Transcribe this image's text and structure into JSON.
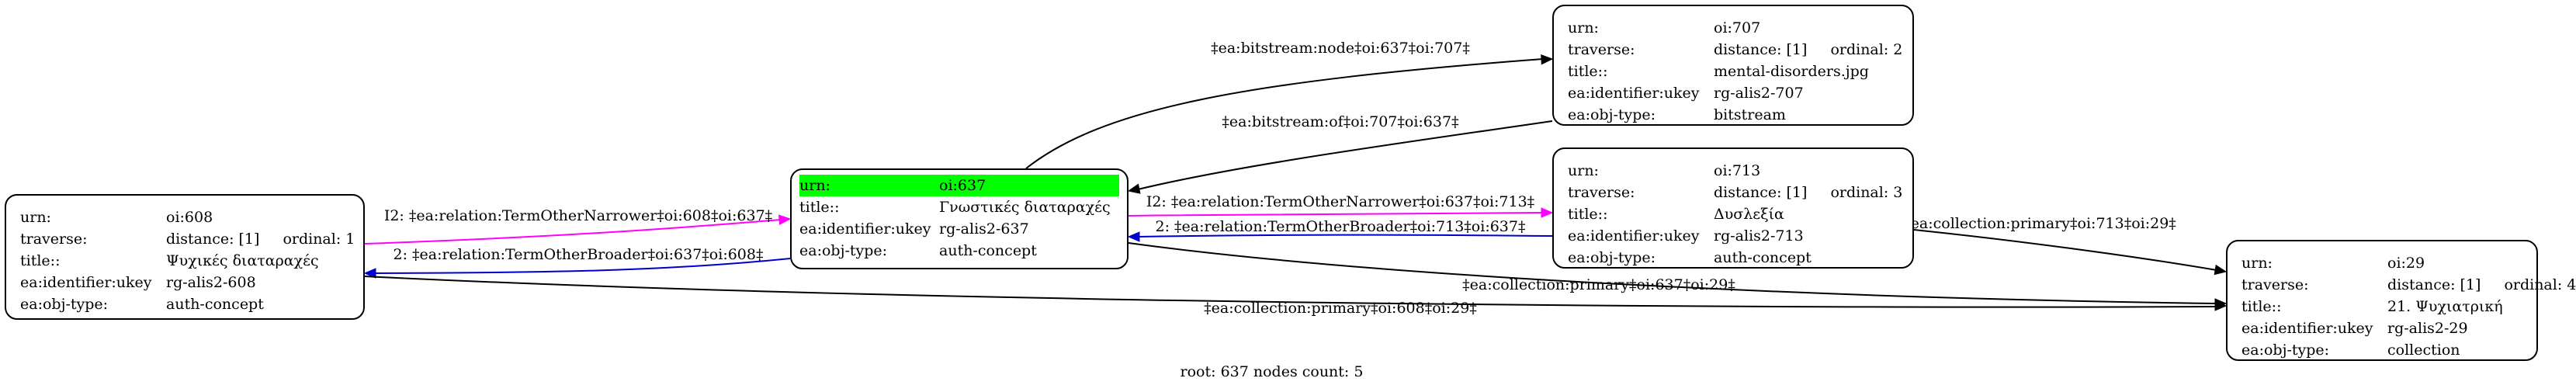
{
  "nodes": [
    {
      "id": "oi:608",
      "rows": [
        {
          "key": "urn:",
          "value": "oi:608"
        },
        {
          "key": "traverse:",
          "value": "distance: [1]",
          "extra": "ordinal: 1"
        },
        {
          "key": "title::",
          "value": "Ψυχικές διαταραχές"
        },
        {
          "key": "ea:identifier:ukey",
          "value": "rg-alis2-608"
        },
        {
          "key": "ea:obj-type:",
          "value": "auth-concept"
        }
      ]
    },
    {
      "id": "oi:637",
      "root": true,
      "rows": [
        {
          "key": "urn:",
          "value": "oi:637"
        },
        {
          "key": "title::",
          "value": "Γνωστικές διαταραχές"
        },
        {
          "key": "ea:identifier:ukey",
          "value": "rg-alis2-637"
        },
        {
          "key": "ea:obj-type:",
          "value": "auth-concept"
        }
      ]
    },
    {
      "id": "oi:707",
      "rows": [
        {
          "key": "urn:",
          "value": "oi:707"
        },
        {
          "key": "traverse:",
          "value": "distance: [1]",
          "extra": "ordinal: 2"
        },
        {
          "key": "title::",
          "value": "mental-disorders.jpg"
        },
        {
          "key": "ea:identifier:ukey",
          "value": "rg-alis2-707"
        },
        {
          "key": "ea:obj-type:",
          "value": "bitstream"
        }
      ]
    },
    {
      "id": "oi:713",
      "rows": [
        {
          "key": "urn:",
          "value": "oi:713"
        },
        {
          "key": "traverse:",
          "value": "distance: [1]",
          "extra": "ordinal: 3"
        },
        {
          "key": "title::",
          "value": "Δυσλεξία"
        },
        {
          "key": "ea:identifier:ukey",
          "value": "rg-alis2-713"
        },
        {
          "key": "ea:obj-type:",
          "value": "auth-concept"
        }
      ]
    },
    {
      "id": "oi:29",
      "rows": [
        {
          "key": "urn:",
          "value": "oi:29"
        },
        {
          "key": "traverse:",
          "value": "distance: [1]",
          "extra": "ordinal: 4"
        },
        {
          "key": "title::",
          "value": "21. Ψυχιατρική"
        },
        {
          "key": "ea:identifier:ukey",
          "value": "rg-alis2-29"
        },
        {
          "key": "ea:obj-type:",
          "value": "collection"
        }
      ]
    }
  ],
  "edges": [
    {
      "from": "oi:608",
      "to": "oi:637",
      "label": "I2: ‡ea:relation:TermOtherNarrower‡oi:608‡oi:637‡",
      "color": "#ff00ff"
    },
    {
      "from": "oi:637",
      "to": "oi:608",
      "label": "2: ‡ea:relation:TermOtherBroader‡oi:637‡oi:608‡",
      "color": "#0000cd"
    },
    {
      "from": "oi:608",
      "to": "oi:29",
      "label": "‡ea:collection:primary‡oi:608‡oi:29‡",
      "color": "#000000"
    },
    {
      "from": "oi:637",
      "to": "oi:707",
      "label": "‡ea:bitstream:node‡oi:637‡oi:707‡",
      "color": "#000000"
    },
    {
      "from": "oi:707",
      "to": "oi:637",
      "label": "‡ea:bitstream:of‡oi:707‡oi:637‡",
      "color": "#000000"
    },
    {
      "from": "oi:637",
      "to": "oi:713",
      "label": "I2: ‡ea:relation:TermOtherNarrower‡oi:637‡oi:713‡",
      "color": "#ff00ff"
    },
    {
      "from": "oi:713",
      "to": "oi:637",
      "label": "2: ‡ea:relation:TermOtherBroader‡oi:713‡oi:637‡",
      "color": "#0000cd"
    },
    {
      "from": "oi:637",
      "to": "oi:29",
      "label": "‡ea:collection:primary‡oi:637‡oi:29‡",
      "color": "#000000"
    },
    {
      "from": "oi:713",
      "to": "oi:29",
      "label": "‡ea:collection:primary‡oi:713‡oi:29‡",
      "color": "#000000"
    }
  ],
  "footer": "root: 637 nodes count: 5"
}
